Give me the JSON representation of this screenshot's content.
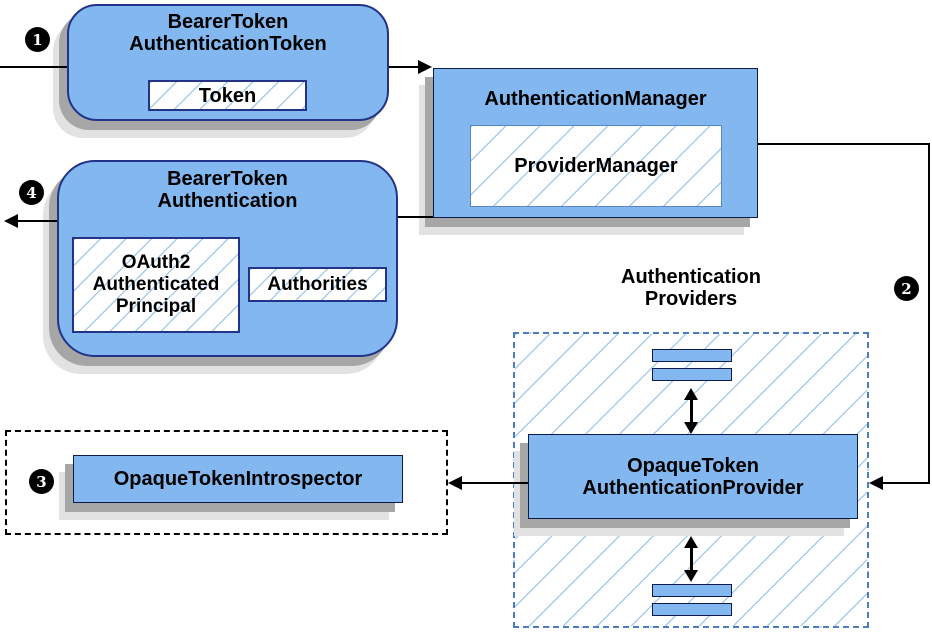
{
  "colors": {
    "box_fill": "#83b7ef",
    "box_border": "#233488",
    "hatch": "#a9cbee",
    "line": "#000000",
    "shadow_dark": "#a6a6a6",
    "shadow_light": "#e2e2e2",
    "dashed_blue": "#4d7dbf",
    "badge_bg": "#000000",
    "badge_fg": "#ffffff"
  },
  "badges": {
    "step1": "1",
    "step2": "2",
    "step3": "3",
    "step4": "4"
  },
  "nodes": {
    "bearer_token_authentication_token": {
      "title1": "BearerToken",
      "title2": "AuthenticationToken",
      "token": "Token"
    },
    "authentication_manager": {
      "title": "AuthenticationManager",
      "provider_manager": "ProviderManager"
    },
    "bearer_token_authentication": {
      "title1": "BearerToken",
      "title2": "Authentication",
      "principal1": "OAuth2",
      "principal2": "Authenticated",
      "principal3": "Principal",
      "authorities": "Authorities"
    },
    "introspector": {
      "label": "OpaqueTokenIntrospector"
    },
    "authentication_providers": {
      "heading1": "Authentication",
      "heading2": "Providers",
      "provider1": "OpaqueToken",
      "provider2": "AuthenticationProvider"
    }
  }
}
